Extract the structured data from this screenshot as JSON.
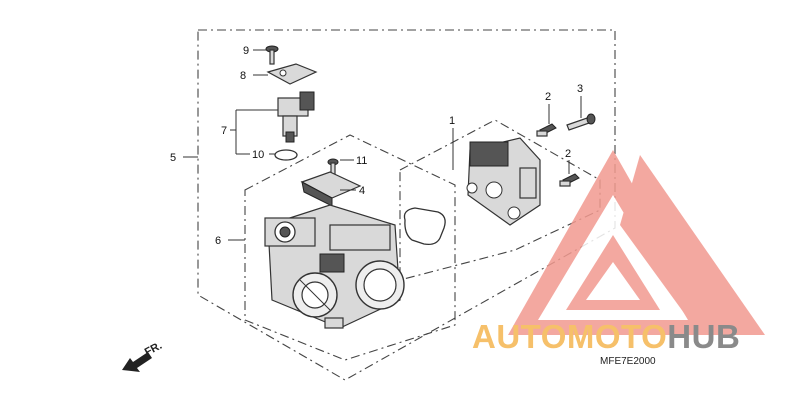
{
  "diagram": {
    "code": "MFE7E2000",
    "direction_label": "FR.",
    "callouts": {
      "c1": "1",
      "c2a": "2",
      "c2b": "2",
      "c3": "3",
      "c4": "4",
      "c5": "5",
      "c6": "6",
      "c7": "7",
      "c8": "8",
      "c9": "9",
      "c10": "10",
      "c11": "11"
    }
  },
  "watermark": {
    "part1": "AUTOMOTO",
    "part2": "HUB",
    "color_primary": "#f08a7e",
    "color_secondary": "#f6c06a",
    "color_hub": "#8a8a8a"
  }
}
